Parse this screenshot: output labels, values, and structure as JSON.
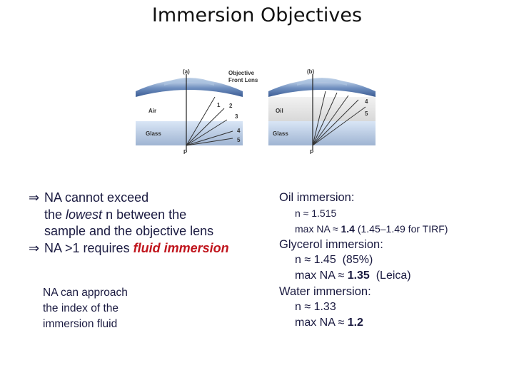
{
  "title": "Immersion Objectives",
  "figure": {
    "panel_a": "(a)",
    "panel_b": "(b)",
    "objective_label_1": "Objective",
    "objective_label_2": "Front Lens",
    "air": "Air",
    "oil": "Oil",
    "glass_a": "Glass",
    "glass_b": "Glass",
    "point_a": "P",
    "point_b": "P",
    "ray_a_1": "1",
    "ray_a_2": "2",
    "ray_a_3": "3",
    "ray_a_4": "4",
    "ray_a_5": "5",
    "ray_b_4": "4",
    "ray_b_5": "5"
  },
  "bullets": {
    "arrow": "⇒",
    "b1_line1": "NA cannot exceed",
    "b1_line2_pre": "the ",
    "b1_line2_em": "lowest",
    "b1_line2_post": " n between the",
    "b1_line3": "sample and the objective lens",
    "b2_pre": "NA >1 requires ",
    "b2_em": "fluid immersion"
  },
  "note": {
    "line1": "NA can approach",
    "line2": "the index of the",
    "line3": "immersion fluid"
  },
  "immersion": {
    "oil_heading": "Oil immersion:",
    "oil_n": "n ≈ 1.515",
    "oil_max_pre": "max NA ≈ ",
    "oil_max_bold": "1.4",
    "oil_max_post": " (1.45–1.49 for TIRF)",
    "glycerol_heading": "Glycerol immersion:",
    "glycerol_n": "n ≈ 1.45  (85%)",
    "glycerol_max_pre": "max NA ≈ ",
    "glycerol_max_bold": "1.35",
    "glycerol_max_post": "  (Leica)",
    "water_heading": "Water immersion:",
    "water_n": "n ≈ 1.33",
    "water_max_pre": "max NA ≈ ",
    "water_max_bold": "1.2"
  }
}
